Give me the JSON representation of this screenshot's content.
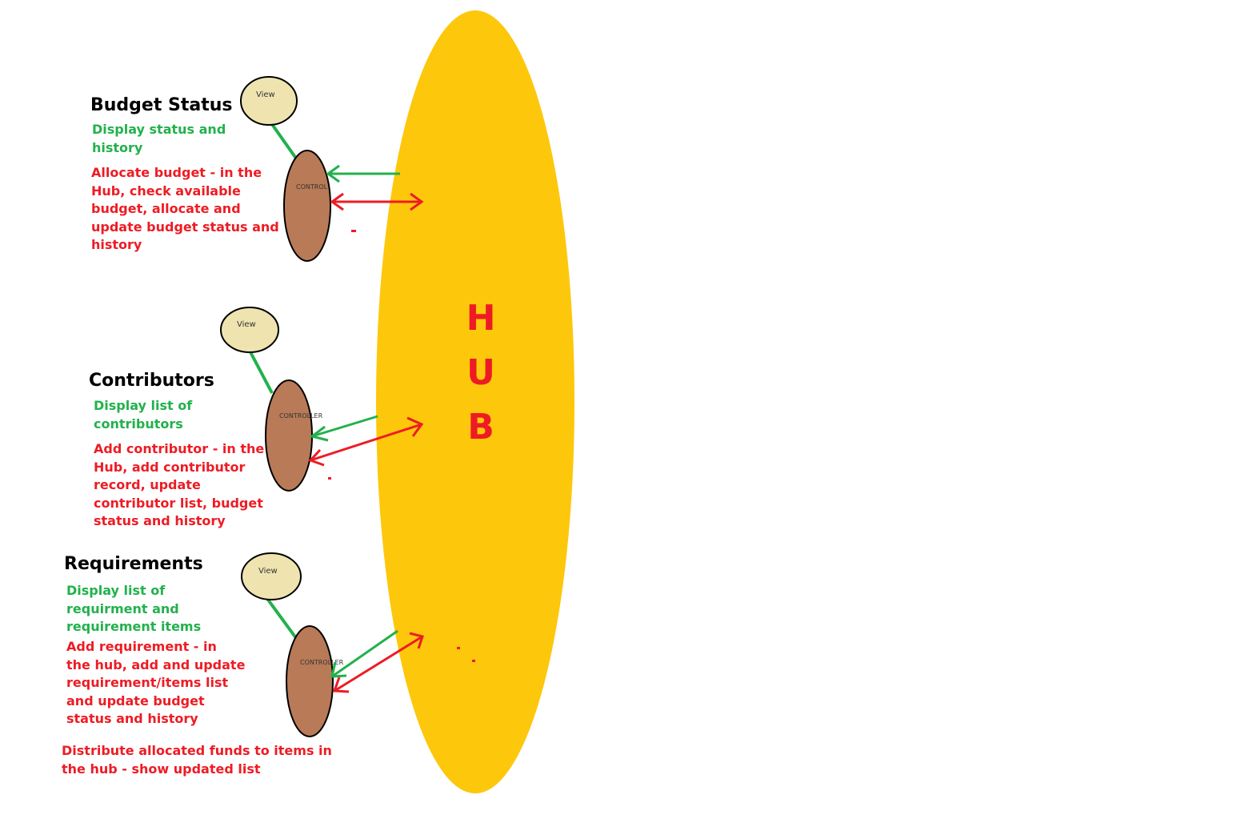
{
  "hub": {
    "letters": [
      "H",
      "U",
      "B"
    ],
    "fill_color": "#fdc70c",
    "letter_color": "#ed1c24"
  },
  "colors": {
    "view_fill": "#efe4b0",
    "controller_fill": "#b97a57",
    "display_text": "#22b14c",
    "action_text": "#ed1c24",
    "display_arrow": "#22b14c",
    "action_arrow": "#ed1c24"
  },
  "components": [
    {
      "title": "Budget Status",
      "view_label": "View",
      "controller_label": "CONTROL",
      "display_lines": [
        "Display status and",
        "history"
      ],
      "action_lines": [
        "Allocate budget - in the",
        "Hub, check available",
        "budget, allocate and",
        "update budget status and",
        "history"
      ]
    },
    {
      "title": "Contributors",
      "view_label": "View",
      "controller_label": "CONTROLLER",
      "display_lines": [
        "Display list of",
        "contributors"
      ],
      "action_lines": [
        "Add contributor - in the",
        "Hub, add contributor",
        "record, update",
        "contributor list, budget",
        "status and history"
      ]
    },
    {
      "title": "Requirements",
      "view_label": "View",
      "controller_label": "CONTROLLER",
      "display_lines": [
        "Display list of",
        "requirment and",
        "requirement items"
      ],
      "action_lines": [
        "Add requirement - in",
        "the hub, add and update",
        "requirement/items list",
        "and update budget",
        "status and history"
      ]
    }
  ],
  "footer_lines": [
    "Distribute allocated funds to items in",
    "the hub - show updated list"
  ]
}
